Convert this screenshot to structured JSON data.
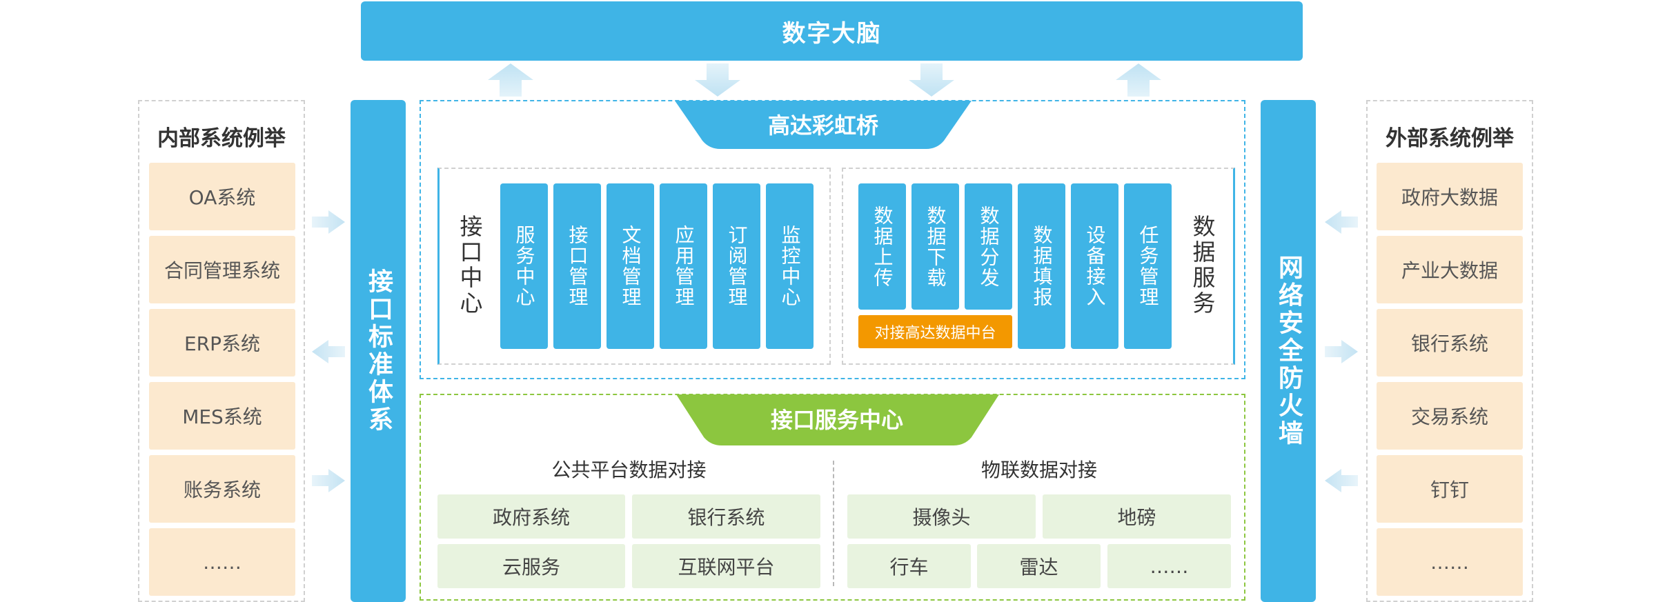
{
  "top_title": "数字大脑",
  "bridge_title": "高达彩虹桥",
  "green_title": "接口服务中心",
  "left_bar": "接口标准体系",
  "right_bar": "网络安全防火墙",
  "internal": {
    "title": "内部系统例举",
    "items": [
      "OA系统",
      "合同管理系统",
      "ERP系统",
      "MES系统",
      "账务系统",
      "……"
    ]
  },
  "external": {
    "title": "外部系统例举",
    "items": [
      "政府大数据",
      "产业大数据",
      "银行系统",
      "交易系统",
      "钉钉",
      "……"
    ]
  },
  "interface_center": {
    "label": "接口中心",
    "tiles": [
      "服务中心",
      "接口管理",
      "文档管理",
      "应用管理",
      "订阅管理",
      "监控中心"
    ]
  },
  "data_service": {
    "label": "数据服务",
    "short_tiles": [
      "数据上传",
      "数据下载",
      "数据分发"
    ],
    "orange_label": "对接高达数据中台",
    "tall_tiles": [
      "数据填报",
      "设备接入",
      "任务管理"
    ]
  },
  "public_platform": {
    "title": "公共平台数据对接",
    "items": [
      "政府系统",
      "银行系统",
      "云服务",
      "互联网平台"
    ]
  },
  "iot": {
    "title": "物联数据对接",
    "row1": [
      "摄像头",
      "地磅"
    ],
    "row2": [
      "行车",
      "雷达",
      "……"
    ]
  },
  "colors": {
    "blue": "#3fb4e6",
    "green": "#8cc63f",
    "orange": "#f39800",
    "beige": "#fce9cf",
    "light_green": "#e8f3df"
  }
}
